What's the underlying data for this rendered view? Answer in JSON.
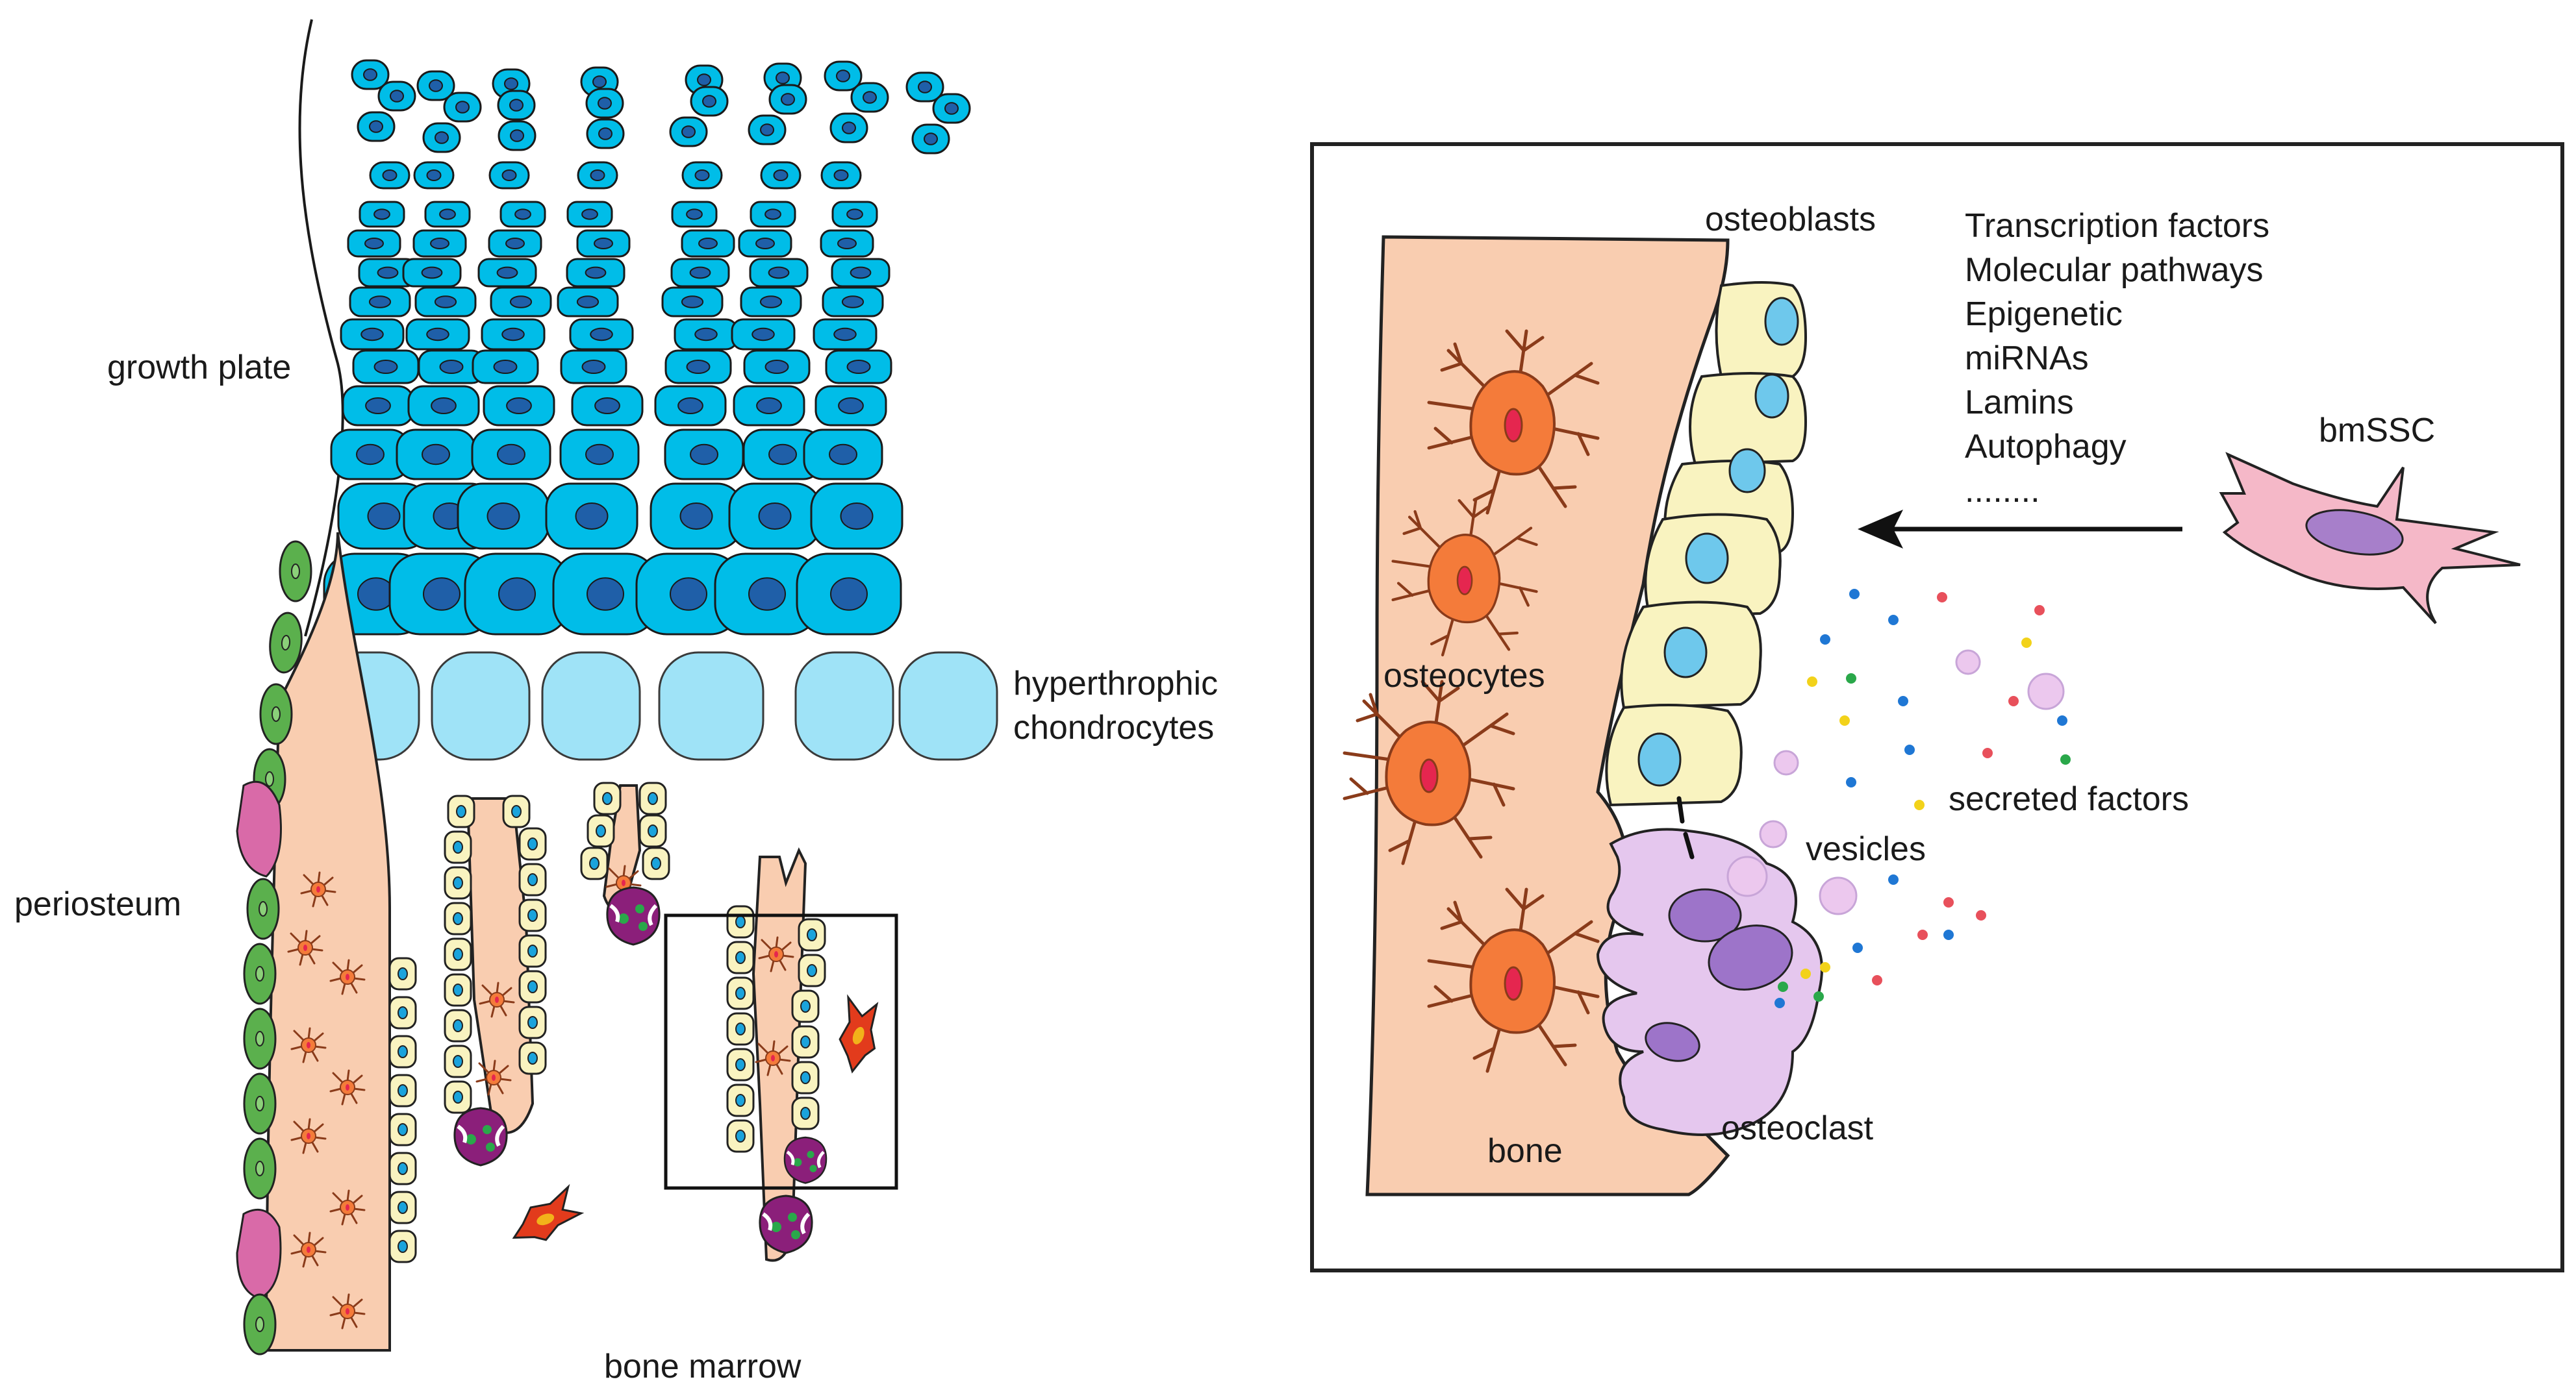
{
  "labels": {
    "growth_plate": "growth plate",
    "periosteum": "periosteum",
    "hypertrophic_line1": "hyperthrophic",
    "hypertrophic_line2": "chondrocytes",
    "bone_marrow": "bone marrow",
    "osteoblasts": "osteoblasts",
    "osteocytes": "osteocytes",
    "bone": "bone",
    "osteoclast": "osteoclast",
    "vesicles": "vesicles",
    "secreted_factors": "secreted factors",
    "bmssc": "bmSSC"
  },
  "regulators": [
    "Transcription factors",
    "Molecular pathways",
    "Epigenetic",
    "miRNAs",
    "Lamins",
    "Autophagy",
    "........"
  ],
  "colors": {
    "proliferative_chondrocyte": "#1aa3dc",
    "chondrocyte_nucleus": "#1f5fa8",
    "hypertrophic_chondrocyte": "#9fe3f7",
    "hypertrophic_chondrocyte_dark": "#00bde8",
    "bone": "#f9cdb0",
    "osteoblast": "#f9f3c0",
    "osteoblast_nucleus": "#6ec8ec",
    "osteocyte": "#f47b3a",
    "osteocyte_nucleus": "#e5264f",
    "osteoclast": "#e5c7ee",
    "osteoclast_nucleus": "#9d74c9",
    "osteoclast_left_panel": "#8b1f7a",
    "periosteum_cell": "#5bb04d",
    "periosteum_pink": "#d96aa8",
    "bmssc": "#f5b8c8",
    "bmssc_nucleus": "#a77fca",
    "bone_marrow_cell": "#e23b1c"
  }
}
